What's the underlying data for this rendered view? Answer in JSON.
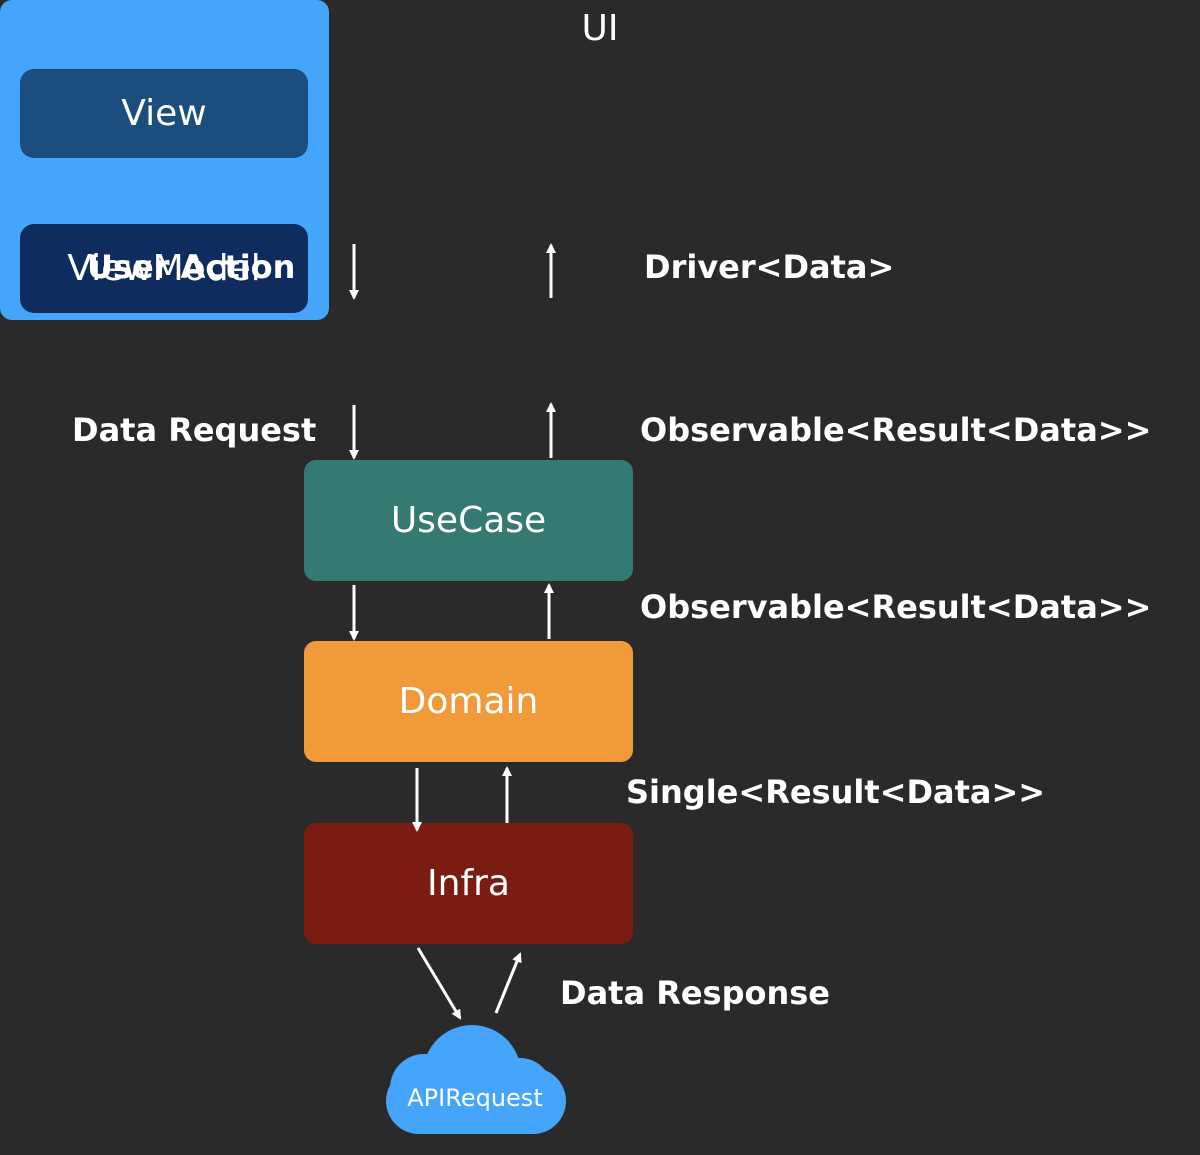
{
  "layers": {
    "ui": {
      "title": "UI",
      "color": "#44a5fb"
    },
    "view": {
      "label": "View",
      "color": "#1b4e7f"
    },
    "viewmodel": {
      "label": "ViewModel",
      "color": "#0e2d5e"
    },
    "usecase": {
      "label": "UseCase",
      "color": "#357a72"
    },
    "domain": {
      "label": "Domain",
      "color": "#f09a3a"
    },
    "infra": {
      "label": "Infra",
      "color": "#7a1c11"
    },
    "api": {
      "label": "APIRequest",
      "color": "#44a5fb"
    }
  },
  "flow_labels": {
    "user_action": "User Action",
    "driver": "Driver<Data>",
    "data_request": "Data Request",
    "usecase_output": "Observable<Result<Data>>",
    "domain_output": "Observable<Result<Data>>",
    "infra_output": "Single<Result<Data>>",
    "data_response": "Data Response"
  },
  "background": "#2a2a2a",
  "arrow_color": "#ffffff"
}
